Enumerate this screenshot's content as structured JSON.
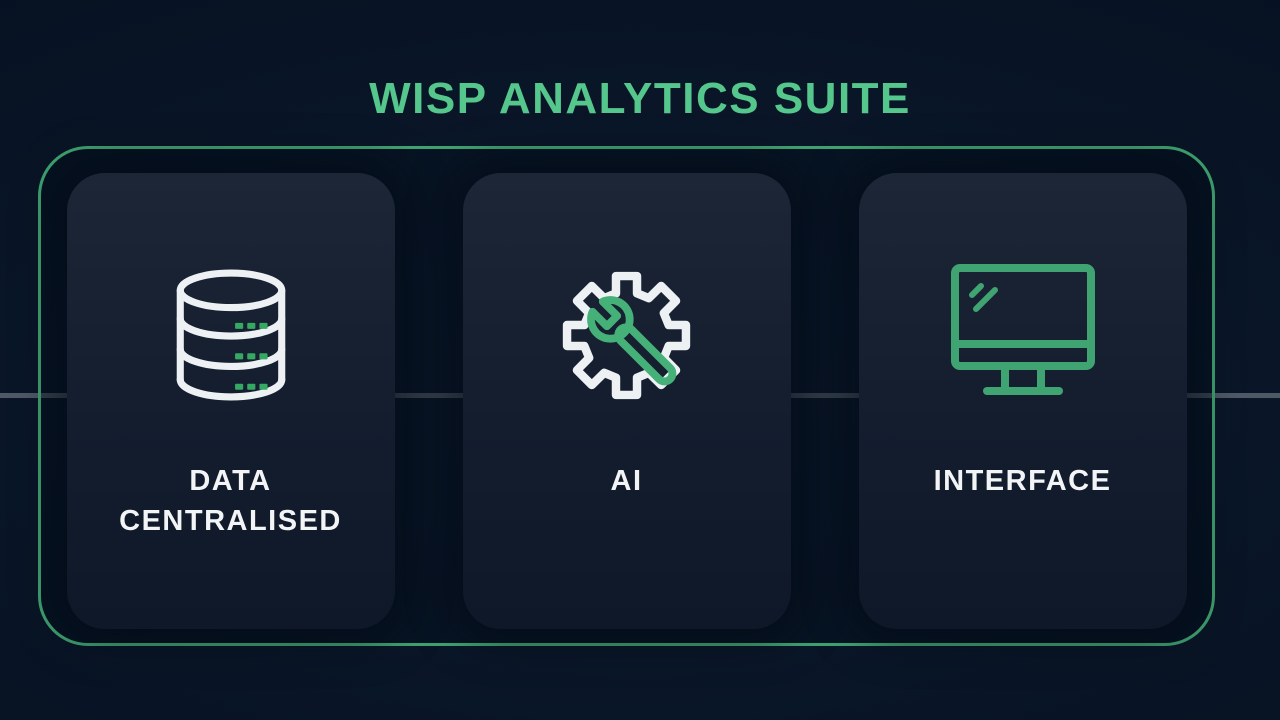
{
  "title": "WISP ANALYTICS SUITE",
  "cards": [
    {
      "id": "data-centralised",
      "icon": "database-icon",
      "lines": [
        "DATA",
        "CENTRALISED"
      ]
    },
    {
      "id": "ai",
      "icon": "gear-wrench-icon",
      "lines": [
        "AI"
      ]
    },
    {
      "id": "interface",
      "icon": "monitor-icon",
      "lines": [
        "INTERFACE"
      ]
    }
  ],
  "colors": {
    "title_green": "#55C68C",
    "frame_green": "#3FA471",
    "icon_white": "#EDF1F4",
    "wrench_green": "#45B077",
    "dot_green": "#35A862",
    "monitor_green": "#3FA471",
    "connector_gray": "#56616E",
    "label_white": "#F2F4F6"
  }
}
